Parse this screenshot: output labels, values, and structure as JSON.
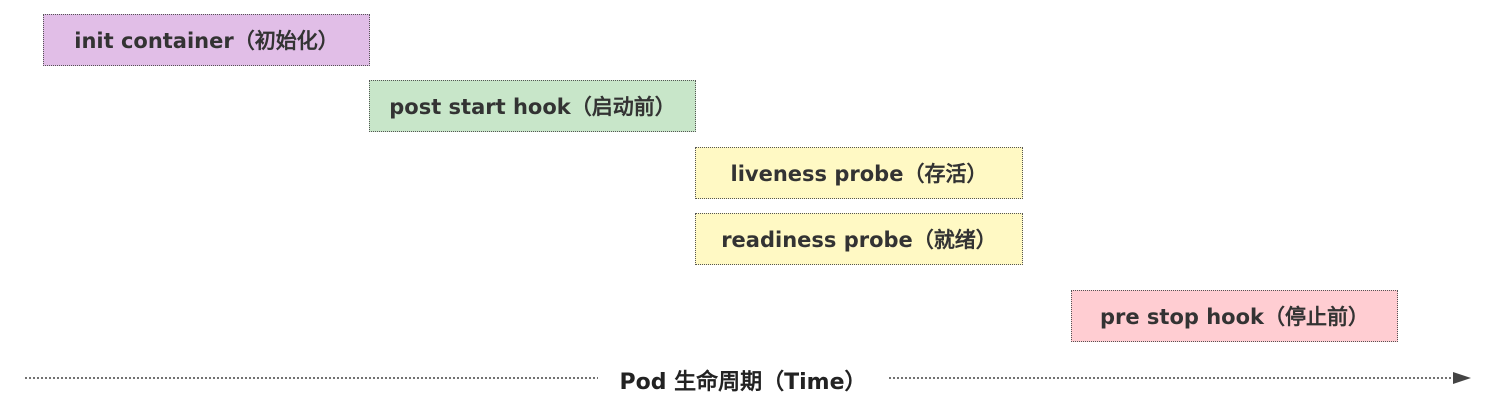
{
  "boxes": [
    {
      "id": "init",
      "label": "init container（初始化）",
      "color": "#e1bee7"
    },
    {
      "id": "post",
      "label": "post start hook（启动前）",
      "color": "#c8e6c9"
    },
    {
      "id": "live",
      "label": "liveness probe（存活）",
      "color": "#fff9c4"
    },
    {
      "id": "ready",
      "label": "readiness probe（就绪）",
      "color": "#fff9c4"
    },
    {
      "id": "prestop",
      "label": "pre stop hook（停止前）",
      "color": "#ffcdd2"
    }
  ],
  "axis": {
    "label": "Pod 生命周期（Time）"
  },
  "colors": {
    "border": "#555555",
    "text": "#333333",
    "axis": "#444444"
  }
}
